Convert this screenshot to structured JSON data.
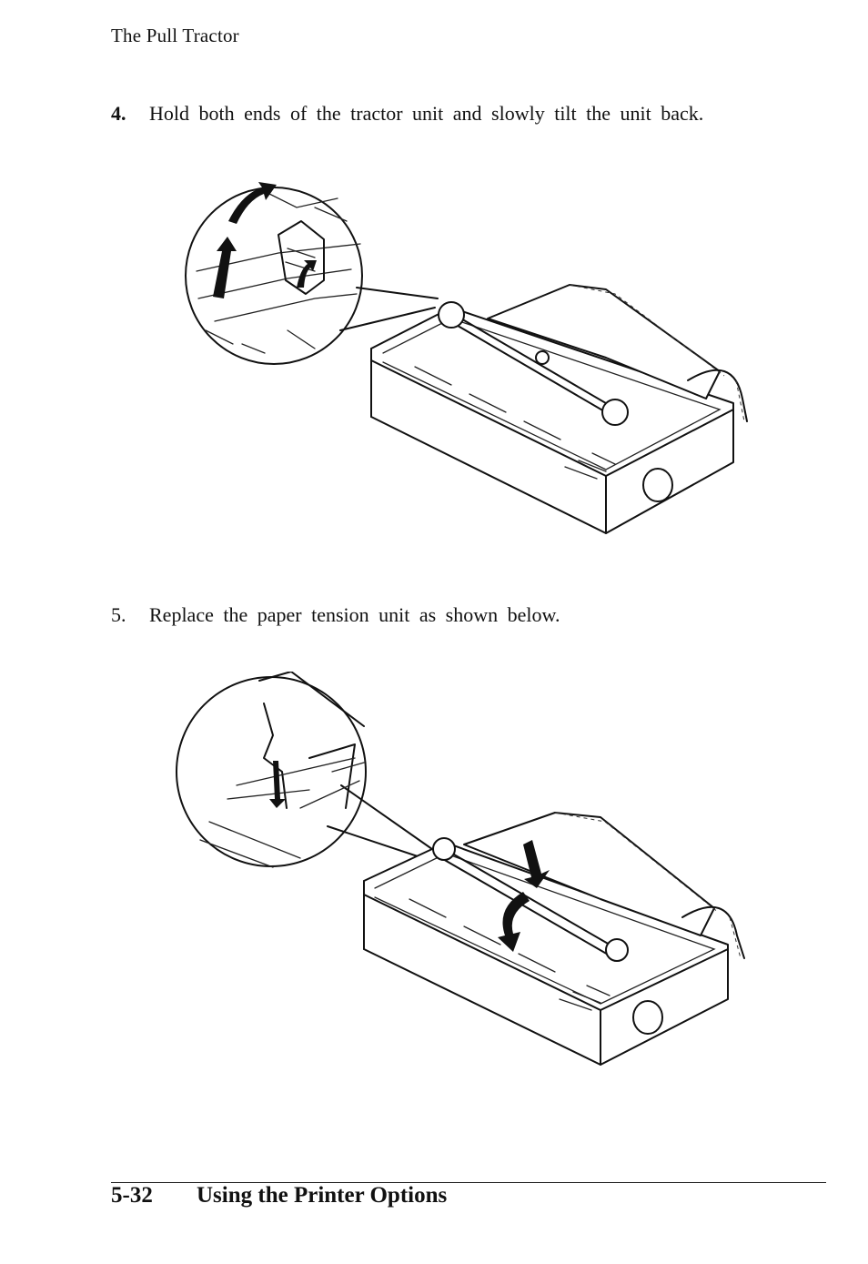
{
  "header": {
    "title": "The Pull Tractor"
  },
  "steps": [
    {
      "number": "4.",
      "text": "Hold both ends of the tractor unit and slowly tilt the unit back."
    },
    {
      "number": "5.",
      "text": "Replace the paper tension unit as shown below."
    }
  ],
  "footer": {
    "page_number": "5-32",
    "section_title": "Using the Printer Options"
  },
  "figures": [
    {
      "icon": "printer-tractor-tilt-illustration"
    },
    {
      "icon": "printer-paper-tension-unit-illustration"
    }
  ]
}
